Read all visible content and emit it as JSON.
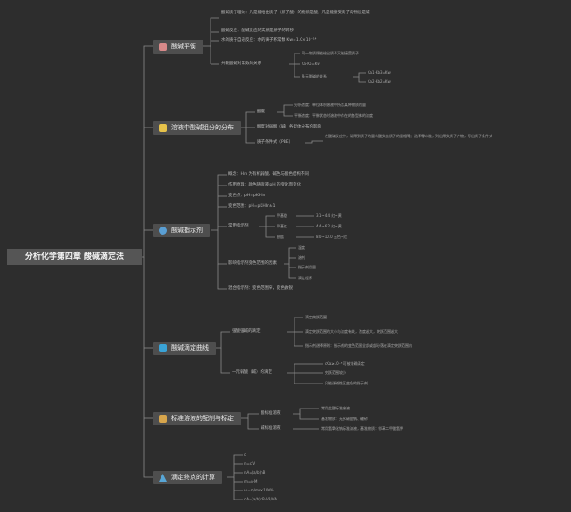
{
  "root": {
    "title": "分析化学第四章 酸碱滴定法"
  },
  "colors": {
    "background": "#2d2d2d",
    "node": "#4e4e4e",
    "line": "#8a8a8a",
    "text": "#b8b8b8"
  },
  "branches": [
    {
      "label": "酸碱平衡",
      "icon": "flower-icon",
      "icon_color": "#d98a8a",
      "items": [
        "酸碱质子理论：凡是能给出质子（质子酸）的物质是酸，凡是能接受质子的物质是碱",
        "酸碱反应：酸碱反应的实质是质子的转移",
        "水的质子自递反应：水的离子积常数 Kw=1.0×10⁻¹⁴",
        "共轭酸碱对常数的关系",
        "同一物质既能给出质子又能接受质子",
        "Ka·Kb=Kw",
        "多元酸碱的关系",
        "Ka1·Kb3=Kw",
        "Ka2·Kb2=Kw"
      ]
    },
    {
      "label": "溶液中酸碱组分的分布",
      "icon": "badge-icon",
      "icon_color": "#e6c24a",
      "items": [
        "酸度",
        "分析浓度：单位体积溶液中所含某种物质的量",
        "平衡浓度：平衡状态时溶液中存在的各型体的浓度",
        "酸度对弱酸（碱）各型体分布的影响",
        "质子条件式（PBE）",
        "在酸碱反应中，碱得到质子的量与酸失去质子的量相等；选择零水准，列出得失质子产物，写出质子条件式"
      ]
    },
    {
      "label": "酸碱指示剂",
      "icon": "globe-icon",
      "icon_color": "#5a9fd4",
      "items": [
        "概念：HIn 为有机弱酸，碱色与酸色结构不同",
        "作用原理：颜色随溶液 pH 的变化而变化",
        "变色点：pH=pKHIn",
        "变色范围：pH=pKHIn±1",
        "常用指示剂",
        "甲基橙",
        "3.1~4.4 红~黄",
        "甲基红",
        "4.4~6.2 红~黄",
        "酚酞",
        "8.0~10.0 无色~红",
        "影响指示剂变色范围的因素",
        "温度",
        "溶剂",
        "指示剂用量",
        "滴定程序",
        "混合指示剂：变色范围窄，变色敏锐"
      ]
    },
    {
      "label": "酸碱滴定曲线",
      "icon": "book-icon",
      "icon_color": "#3aa3d6",
      "items": [
        "强酸强碱的滴定",
        "滴定突跃范围",
        "滴定突跃范围的大小与浓度有关，浓度越大，突跃范围越大",
        "指示剂选择原则：指示剂的变色范围全部或部分落在滴定突跃范围内",
        "一元弱酸（碱）的滴定",
        "cKa≥10⁻⁸ 可被准确滴定",
        "突跃范围较小",
        "只能选碱性区变色的指示剂"
      ]
    },
    {
      "label": "标准溶液的配制与标定",
      "icon": "box-icon",
      "icon_color": "#d7a54c",
      "items": [
        "酸标准溶液",
        "常用盐酸标准溶液",
        "基准物质：无水碳酸钠、硼砂",
        "碱标准溶液",
        "常用氢氧化钠标准溶液，基准物质：邻苯二甲酸氢钾"
      ]
    },
    {
      "label": "滴定终点的计算",
      "icon": "triangle-icon",
      "icon_color": "#58a6d6",
      "items": [
        "c",
        "n=c·V",
        "nA=(a/b)nB",
        "m=n·M",
        "ω=m/ms×100%",
        "cA=(a/b)cB·VB/VA"
      ]
    }
  ]
}
